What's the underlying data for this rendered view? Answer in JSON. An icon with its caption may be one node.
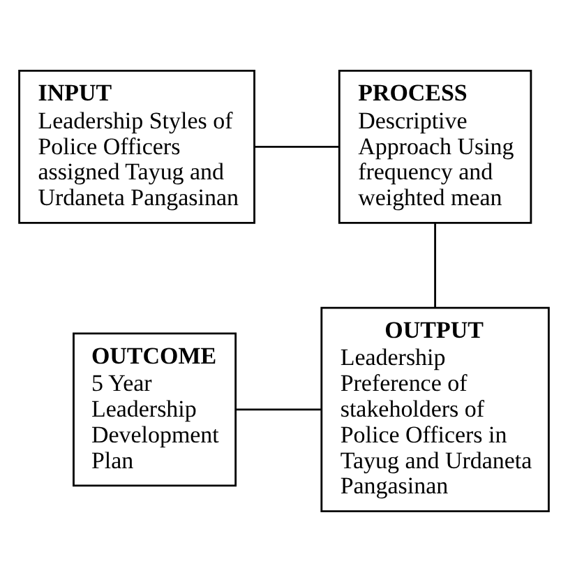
{
  "diagram": {
    "nodes": [
      {
        "text": [
          "INPUT",
          "Leadership Styles of Police Officers assigned Tayug and Urdaneta Pangasinan"
        ]
      },
      {
        "text": [
          "PROCESS",
          "Descriptive Approach Using frequency and weighted mean"
        ]
      },
      {
        "text": [
          "OUTCOME",
          "5 Year Leadership Development Plan"
        ]
      },
      {
        "text": [
          "OUTPUT",
          "Leadership Preference of stakeholders of Police Officers in Tayug and Urdaneta Pangasinan"
        ]
      }
    ],
    "edges": [
      {
        "from": 0,
        "to": 1,
        "arrow": "none"
      },
      {
        "from": 1,
        "to": 3,
        "arrow": "none"
      },
      {
        "from": 2,
        "to": 3,
        "arrow": "none"
      }
    ]
  }
}
